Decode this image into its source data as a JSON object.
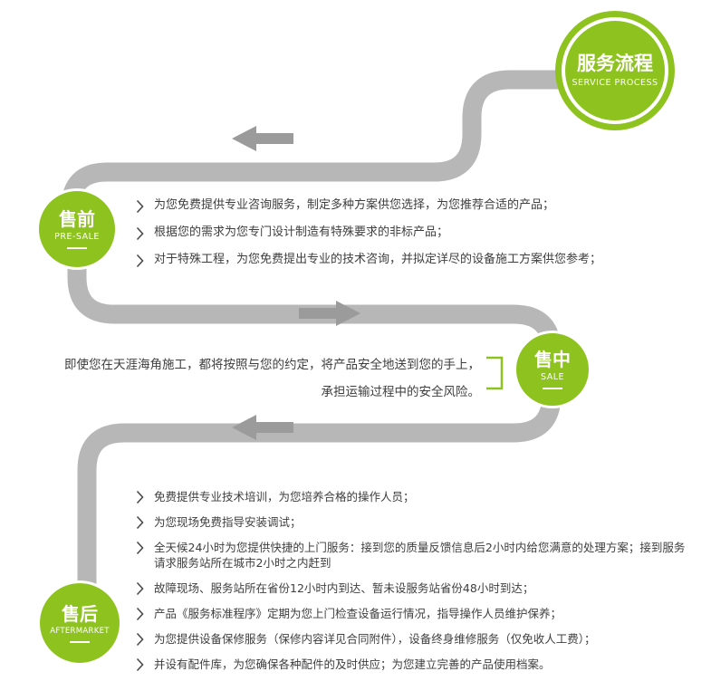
{
  "title_circle": {
    "title": "服务流程",
    "subtitle": "SERVICE PROCESS"
  },
  "stages": [
    {
      "title": "售前",
      "subtitle": "PRE-SALE",
      "items": [
        "为您免费提供专业咨询服务，制定多种方案供您选择，为您推荐合适的产品；",
        "根据您的需求为您专门设计制造有特殊要求的非标产品；",
        "对于特殊工程，为您免费提出专业的技术咨询，并拟定详尽的设备施工方案供您参考；"
      ]
    },
    {
      "title": "售中",
      "subtitle": "SALE",
      "lines": [
        "即使您在天涯海角施工，都将按照与您的约定，将产品安全地送到您的手上，",
        "承担运输过程中的安全风险。"
      ]
    },
    {
      "title": "售后",
      "subtitle": "AFTERMARKET",
      "items": [
        "免费提供专业技术培训，为您培养合格的操作人员；",
        "为您现场免费指导安装调试；",
        "全天候24小时为您提供快捷的上门服务：接到您的质量反馈信息后2小时内给您满意的处理方案；接到服务请求服务站所在城市2小时之内赶到",
        "故障现场、服务站所在省份12小时内到达、暂未设服务站省份48小时到达；",
        "产品《服务标准程序》定期为您上门检查设备运行情况，指导操作人员维护保养；",
        "为您提供设备保修服务（保修内容详见合同附件），设备终身维修服务（仅免收人工费）；",
        "并设有配件库，为您确保各种配件的及时供应；为您建立完善的产品使用档案。"
      ]
    }
  ],
  "colors": {
    "green": "#8ec31f",
    "path_gray": "#b7b7b8",
    "arrow_gray": "#9b9b9c",
    "text": "#3e3e3e"
  }
}
